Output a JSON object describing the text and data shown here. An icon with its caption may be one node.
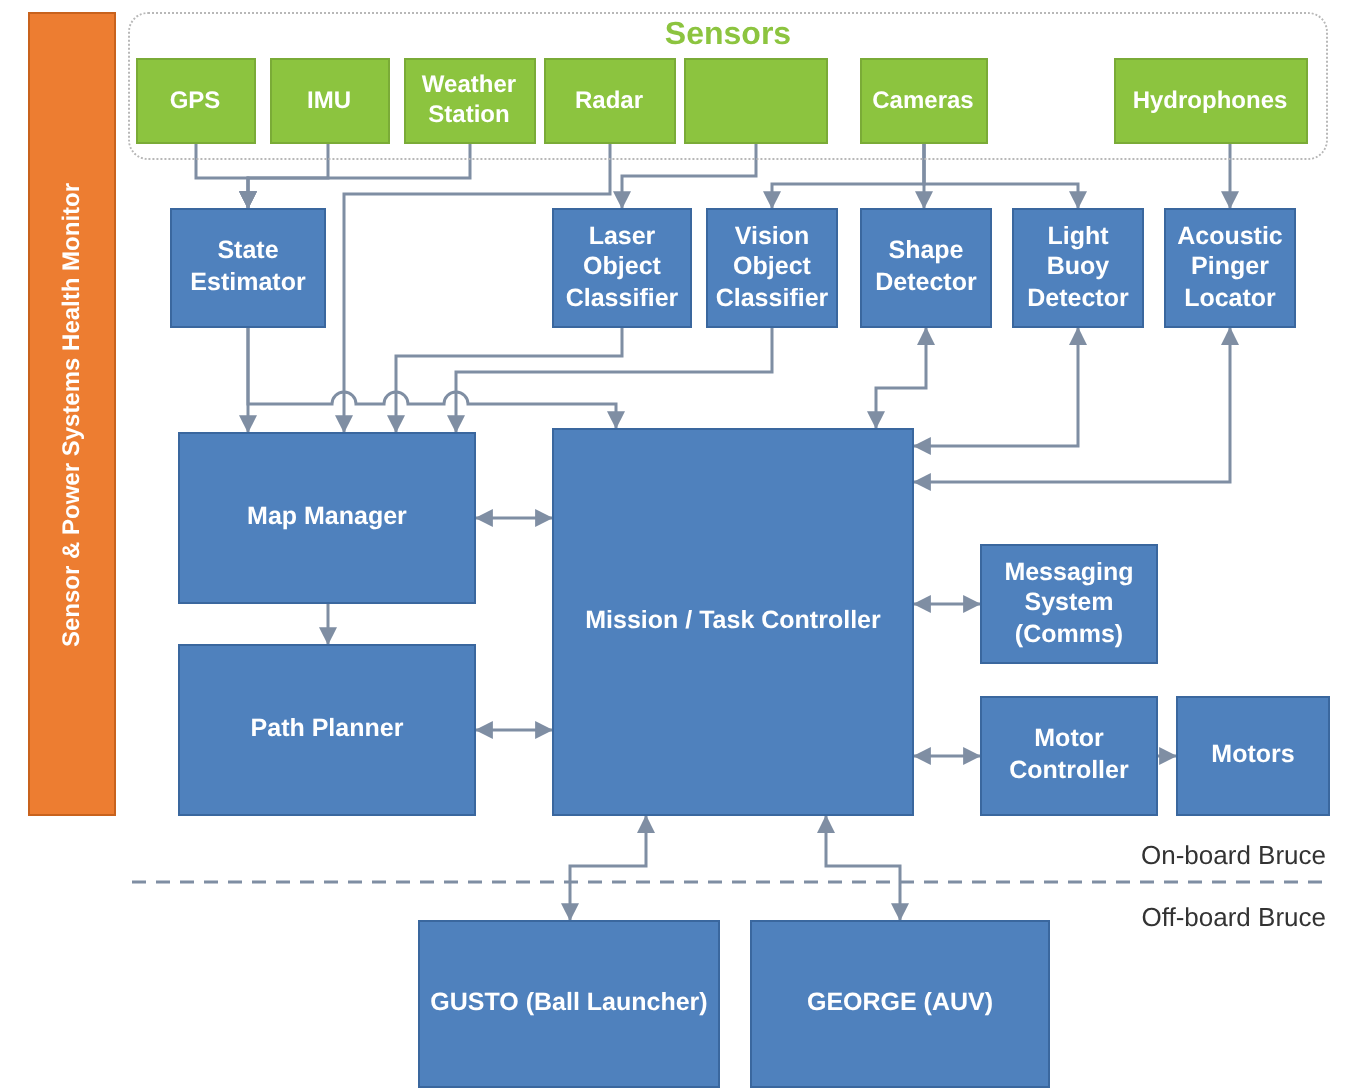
{
  "diagram": {
    "nodes": [
      {
        "text": [
          "Sensor & Power Systems Health Monitor"
        ]
      },
      {
        "text": [
          "Sensors"
        ]
      },
      {
        "text": [
          "GPS"
        ],
        "in": 1
      },
      {
        "text": [
          "IMU"
        ],
        "in": 1
      },
      {
        "text": [
          "Weather Station"
        ],
        "in": 1
      },
      {
        "text": [
          "Radar"
        ],
        "in": 1
      },
      {
        "text": [],
        "shape": "box",
        "in": 1
      },
      {
        "text": [
          "Cameras"
        ],
        "in": 1
      },
      {
        "text": [
          "Hydrophones"
        ],
        "in": 1
      },
      {
        "text": [
          "State Estimator"
        ]
      },
      {
        "text": [
          "Laser Object Classifier"
        ]
      },
      {
        "text": [
          "Vision Object Classifier"
        ]
      },
      {
        "text": [
          "Shape Detector"
        ]
      },
      {
        "text": [
          "Light Buoy Detector"
        ]
      },
      {
        "text": [
          "Acoustic Pinger Locator"
        ]
      },
      {
        "text": [
          "Map Manager"
        ]
      },
      {
        "text": [
          "Path Planner"
        ]
      },
      {
        "text": [
          "Mission / Task Controller"
        ]
      },
      {
        "text": [
          "Messaging System (Comms)"
        ]
      },
      {
        "text": [
          "Motor Controller"
        ]
      },
      {
        "text": [
          "Motors"
        ]
      },
      {
        "text": [
          "GUSTO (Ball Launcher)"
        ]
      },
      {
        "text": [
          "GEORGE (AUV)"
        ]
      }
    ],
    "edges": [
      {
        "from": 2,
        "to": 9,
        "arrow": "to"
      },
      {
        "from": 3,
        "to": 9,
        "arrow": "to"
      },
      {
        "from": 4,
        "to": 9,
        "arrow": "to"
      },
      {
        "from": 5,
        "to": 15,
        "arrow": "to"
      },
      {
        "from": 6,
        "to": 10,
        "arrow": "to"
      },
      {
        "from": 7,
        "to": 11,
        "arrow": "to"
      },
      {
        "from": 7,
        "to": 12,
        "arrow": "to"
      },
      {
        "from": 7,
        "to": 13,
        "arrow": "to"
      },
      {
        "from": 8,
        "to": 14,
        "arrow": "to"
      },
      {
        "from": 9,
        "to": 15,
        "arrow": "to"
      },
      {
        "from": 9,
        "to": 17,
        "arrow": "to"
      },
      {
        "from": 10,
        "to": 15,
        "arrow": "to"
      },
      {
        "from": 11,
        "to": 15,
        "arrow": "to"
      },
      {
        "from": 12,
        "to": 17,
        "arrow": "both"
      },
      {
        "from": 13,
        "to": 17,
        "arrow": "both"
      },
      {
        "from": 14,
        "to": 17,
        "arrow": "both"
      },
      {
        "from": 15,
        "to": 17,
        "arrow": "both"
      },
      {
        "from": 15,
        "to": 16,
        "arrow": "to"
      },
      {
        "from": 16,
        "to": 17,
        "arrow": "both"
      },
      {
        "from": 17,
        "to": 18,
        "arrow": "both"
      },
      {
        "from": 17,
        "to": 19,
        "arrow": "both"
      },
      {
        "from": 19,
        "to": 20,
        "arrow": "to"
      },
      {
        "from": 17,
        "to": 21,
        "arrow": "both"
      },
      {
        "from": 17,
        "to": 22,
        "arrow": "both"
      }
    ],
    "labels": [
      "On-board Bruce",
      "Off-board Bruce"
    ]
  }
}
